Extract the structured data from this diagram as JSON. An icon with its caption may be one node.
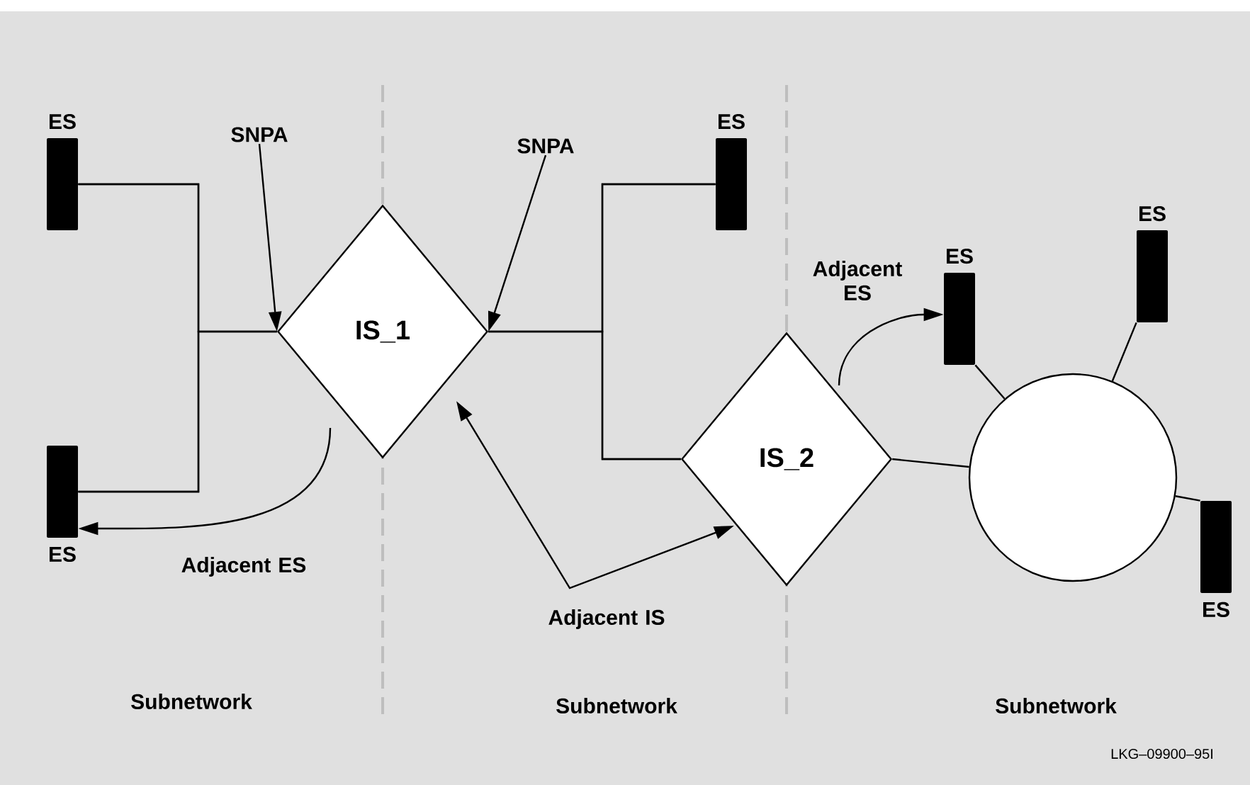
{
  "diagram": {
    "nodes": [
      {
        "text": [],
        "shape": "bar",
        "beside": [
          "ES"
        ]
      },
      {
        "text": [],
        "shape": "bar",
        "beside": [
          "ES"
        ]
      },
      {
        "text": [
          "IS_1"
        ]
      },
      {
        "text": [],
        "shape": "bar",
        "beside": [
          "ES"
        ]
      },
      {
        "text": [
          "IS_2"
        ]
      },
      {
        "text": [],
        "shape": "circle"
      },
      {
        "text": [],
        "shape": "bar",
        "beside": [
          "ES"
        ]
      },
      {
        "text": [],
        "shape": "bar",
        "beside": [
          "ES"
        ]
      },
      {
        "text": [],
        "shape": "bar",
        "beside": [
          "ES"
        ]
      },
      {
        "text": [
          "SNPA"
        ]
      },
      {
        "text": [
          "SNPA"
        ]
      }
    ],
    "edges": [
      {
        "from": 0,
        "to": 2,
        "arrow": "none"
      },
      {
        "from": 1,
        "to": 2,
        "arrow": "none"
      },
      {
        "from": 0,
        "to": 1,
        "arrow": "none"
      },
      {
        "from": 2,
        "to": 3,
        "arrow": "none"
      },
      {
        "from": 2,
        "to": 4,
        "arrow": "none"
      },
      {
        "from": 3,
        "to": 4,
        "arrow": "none"
      },
      {
        "from": 4,
        "to": 5,
        "arrow": "none"
      },
      {
        "from": 6,
        "to": 5,
        "arrow": "none"
      },
      {
        "from": 7,
        "to": 5,
        "arrow": "none"
      },
      {
        "from": 8,
        "to": 5,
        "arrow": "none"
      },
      {
        "from": 9,
        "to": 2,
        "arrow": "to"
      },
      {
        "from": 10,
        "to": 2,
        "arrow": "to"
      },
      {
        "from": 2,
        "to": 1,
        "arrow": "to",
        "label": "Adjacent ES"
      },
      {
        "from": 2,
        "to": 4,
        "arrow": "both",
        "label": "Adjacent IS"
      },
      {
        "from": 4,
        "to": 6,
        "arrow": "to",
        "label": "Adjacent ES"
      }
    ],
    "labels": [
      "Subnetwork",
      "Subnetwork",
      "Subnetwork",
      "LKG–09900–95I"
    ]
  }
}
